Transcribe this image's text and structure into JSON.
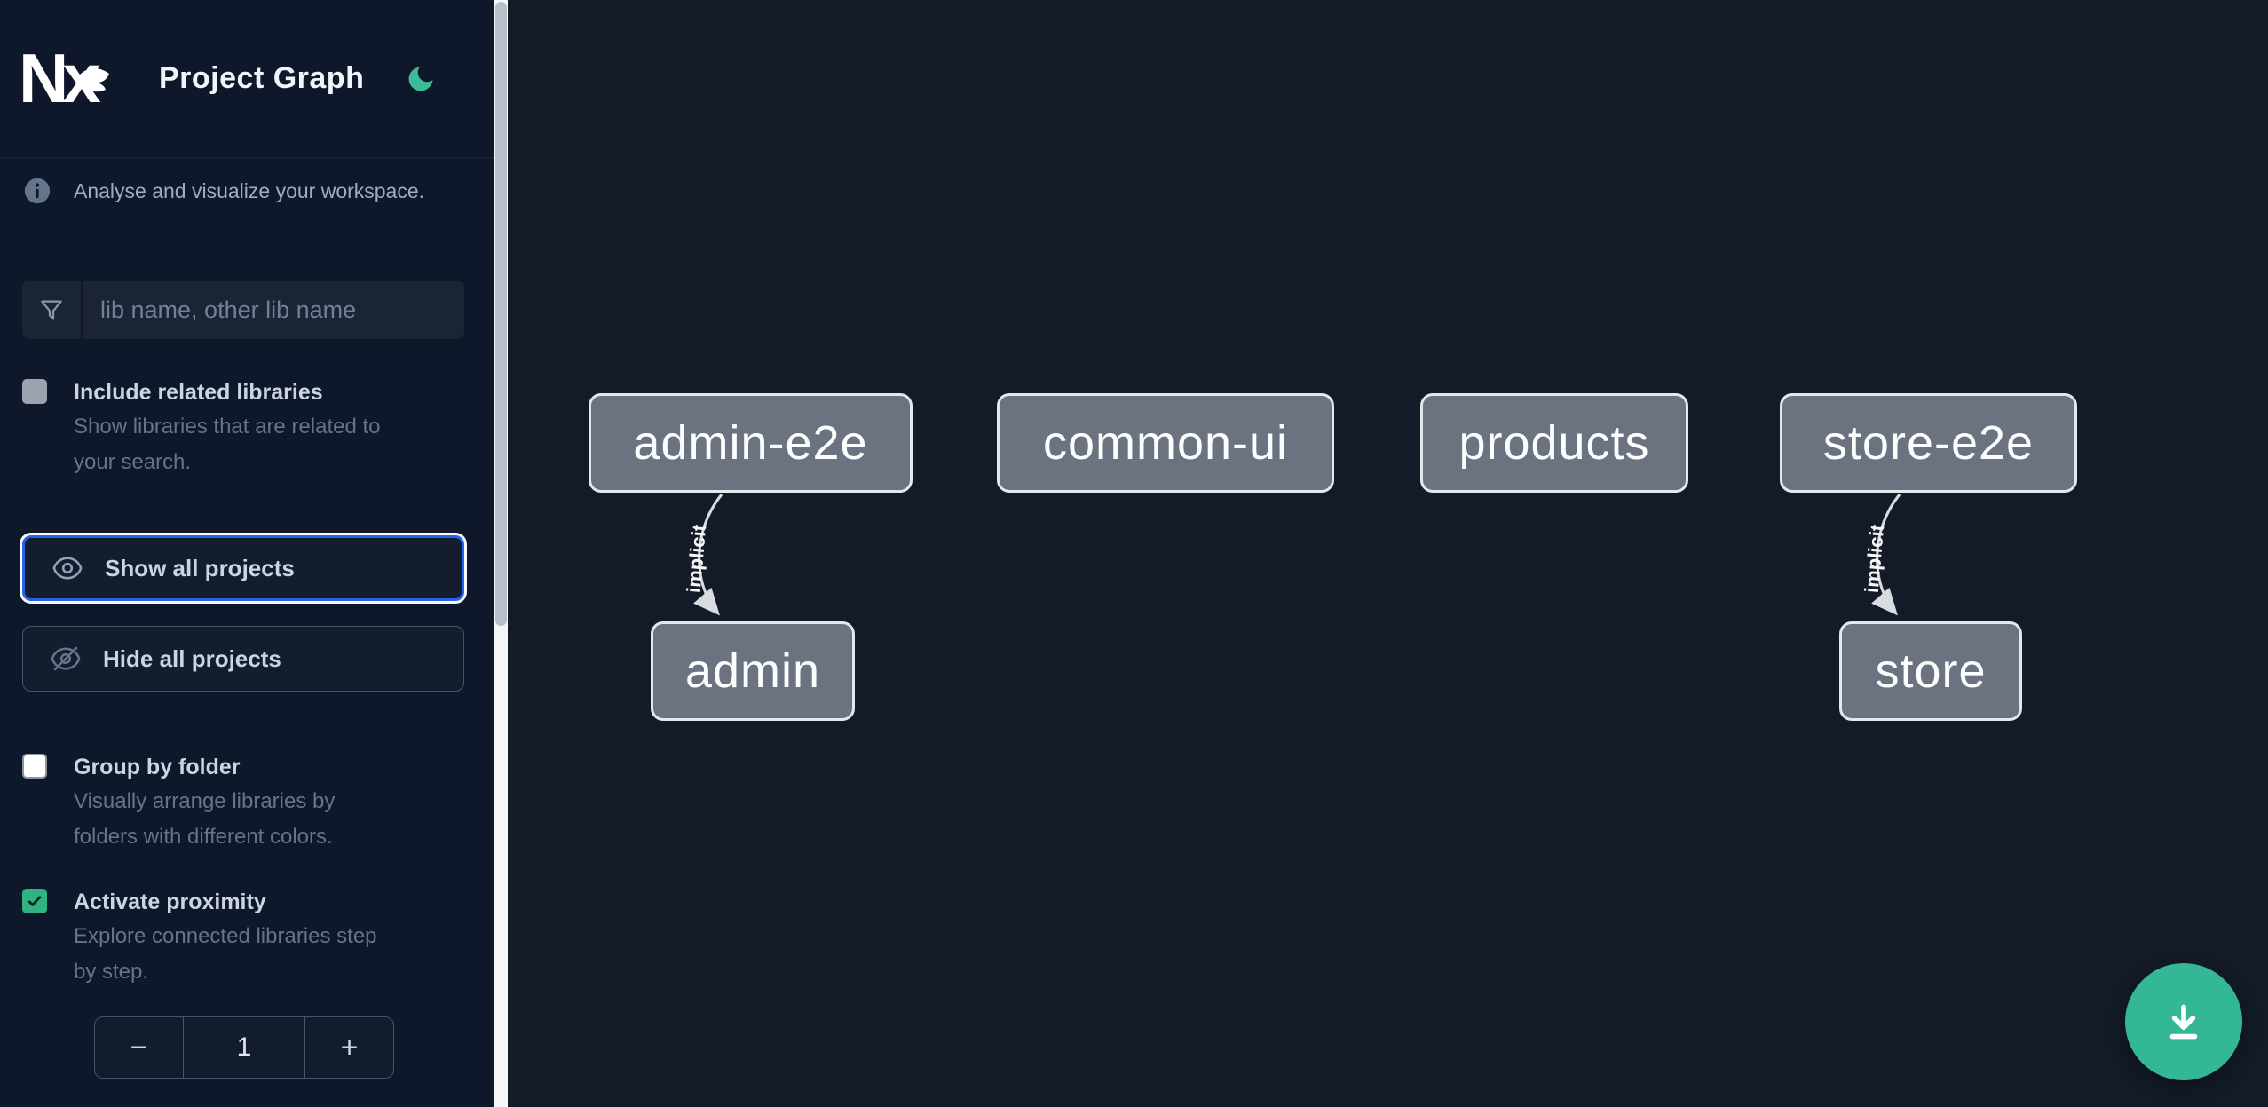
{
  "header": {
    "logo_text": "Nx",
    "title": "Project Graph"
  },
  "intro": {
    "text": "Analyse and visualize your workspace."
  },
  "search": {
    "placeholder": "lib name, other lib name"
  },
  "options": {
    "include_related": {
      "label": "Include related libraries",
      "description_line1": "Show libraries that are related to",
      "description_line2": "your search.",
      "checked": false
    },
    "group_by_folder": {
      "label": "Group by folder",
      "description_line1": "Visually arrange libraries by",
      "description_line2": "folders with different colors.",
      "checked": false
    },
    "activate_proximity": {
      "label": "Activate proximity",
      "description_line1": "Explore connected libraries step",
      "description_line2": "by step.",
      "checked": true
    }
  },
  "actions": {
    "show_all_label": "Show all projects",
    "hide_all_label": "Hide all projects"
  },
  "proximity_stepper": {
    "decrement": "−",
    "value": "1",
    "increment": "+"
  },
  "graph": {
    "nodes": [
      {
        "label": "admin-e2e"
      },
      {
        "label": "common-ui"
      },
      {
        "label": "products"
      },
      {
        "label": "store-e2e"
      },
      {
        "label": "admin"
      },
      {
        "label": "store"
      }
    ],
    "edges": [
      {
        "source": "admin-e2e",
        "target": "admin",
        "label": "implicit"
      },
      {
        "source": "store-e2e",
        "target": "store",
        "label": "implicit"
      }
    ]
  },
  "fab": {
    "icon": "download"
  },
  "colors": {
    "sidebar_bg": "#0f172a",
    "canvas_bg": "#131a28",
    "accent_green": "#34b795",
    "moon_green": "#3eba98",
    "checkbox_checked_green": "#2eb482",
    "focus_blue": "#2563eb",
    "node_fill": "#6b7280",
    "node_border": "#e4e7eb"
  }
}
